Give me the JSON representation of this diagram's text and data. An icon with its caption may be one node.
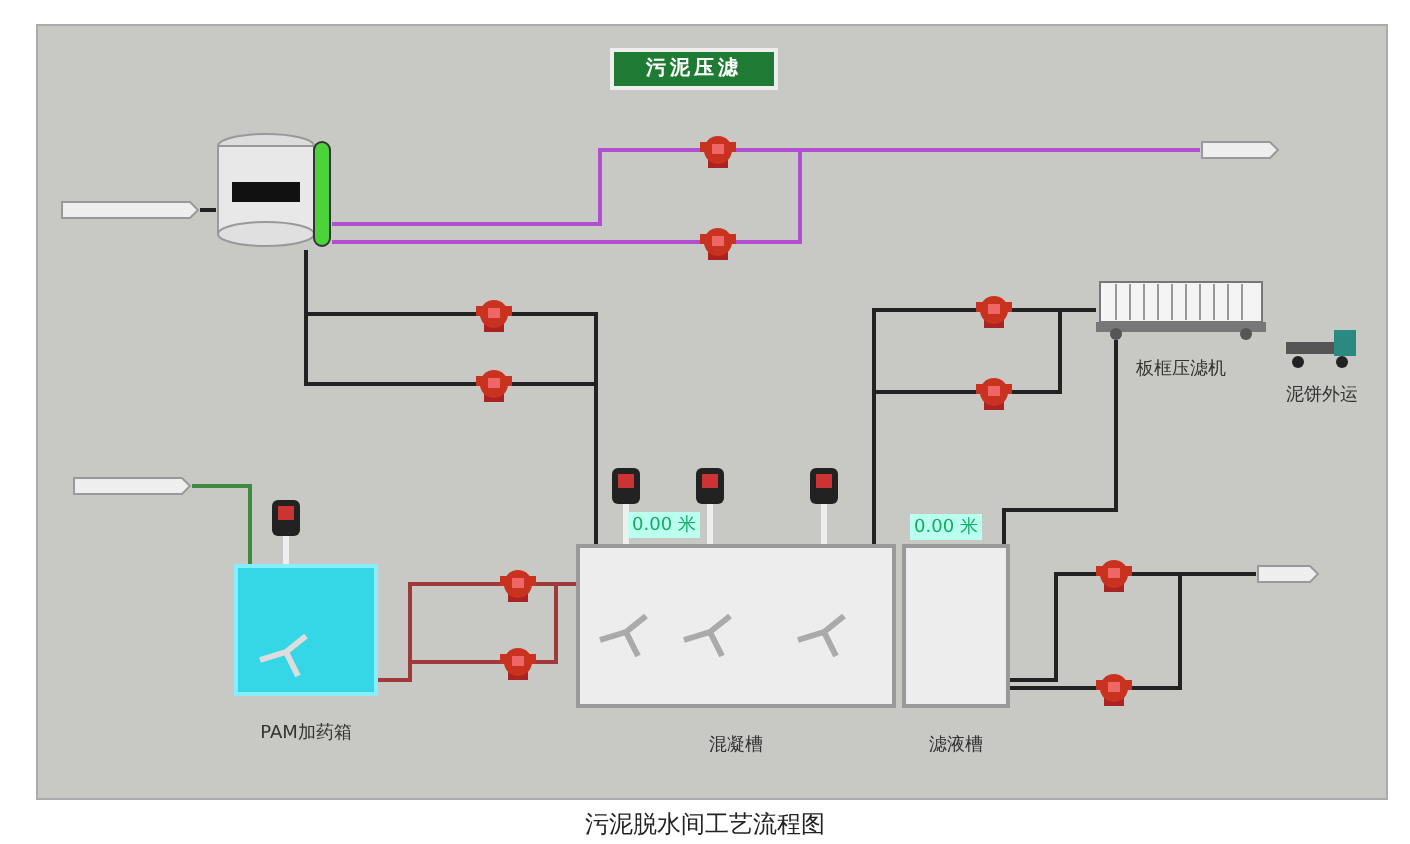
{
  "diagram": {
    "title": "污泥压滤",
    "caption": "污泥脱水间工艺流程图",
    "nodes": [
      {
        "text": [],
        "shape": "cylinder"
      },
      {
        "text": [],
        "shape": "box"
      },
      {
        "text": [],
        "shape": "picture"
      },
      {
        "text": [],
        "shape": "picture"
      },
      {
        "text": [],
        "shape": "box"
      },
      {
        "text": [],
        "shape": "picture"
      },
      {
        "text": [],
        "shape": "picture"
      },
      {
        "text": [],
        "shape": "picture",
        "beside": [
          "板框压滤机"
        ]
      },
      {
        "text": [],
        "shape": "picture",
        "beside": [
          "泥饼外运"
        ]
      },
      {
        "text": [],
        "shape": "picture"
      },
      {
        "text": [],
        "shape": "picture"
      },
      {
        "text": [
          "PAM加药箱"
        ]
      },
      {
        "text": [],
        "shape": "box"
      },
      {
        "text": [],
        "shape": "picture"
      },
      {
        "text": [],
        "shape": "picture"
      },
      {
        "text": [
          "混凝槽"
        ],
        "beside": [
          "0.00 米"
        ]
      },
      {
        "text": [
          "滤液槽"
        ],
        "beside": [
          "0.00 米"
        ]
      },
      {
        "text": [],
        "shape": "picture"
      },
      {
        "text": [],
        "shape": "picture"
      },
      {
        "text": [],
        "shape": "box"
      }
    ],
    "edges": [
      {
        "from": 1,
        "to": 0,
        "arrow": "none"
      },
      {
        "from": 0,
        "to": 2,
        "arrow": "none",
        "color": "#b050d0"
      },
      {
        "from": 0,
        "to": 3,
        "arrow": "none",
        "color": "#b050d0"
      },
      {
        "from": 2,
        "to": 4,
        "arrow": "none",
        "color": "#b050d0"
      },
      {
        "from": 3,
        "to": 4,
        "arrow": "none",
        "color": "#b050d0"
      },
      {
        "from": 0,
        "to": 5,
        "arrow": "none"
      },
      {
        "from": 0,
        "to": 6,
        "arrow": "none"
      },
      {
        "from": 5,
        "to": 15,
        "arrow": "none"
      },
      {
        "from": 6,
        "to": 15,
        "arrow": "none"
      },
      {
        "from": 15,
        "to": 9,
        "arrow": "none"
      },
      {
        "from": 15,
        "to": 10,
        "arrow": "none"
      },
      {
        "from": 9,
        "to": 7,
        "arrow": "none"
      },
      {
        "from": 10,
        "to": 7,
        "arrow": "none"
      },
      {
        "from": 7,
        "to": 16,
        "arrow": "none"
      },
      {
        "from": 12,
        "to": 11,
        "arrow": "none",
        "color": "#3f8a3f"
      },
      {
        "from": 11,
        "to": 13,
        "arrow": "none",
        "color": "#a03a3a"
      },
      {
        "from": 11,
        "to": 14,
        "arrow": "none",
        "color": "#a03a3a"
      },
      {
        "from": 13,
        "to": 15,
        "arrow": "none",
        "color": "#a03a3a"
      },
      {
        "from": 14,
        "to": 15,
        "arrow": "none",
        "color": "#a03a3a"
      },
      {
        "from": 16,
        "to": 17,
        "arrow": "none"
      },
      {
        "from": 16,
        "to": 18,
        "arrow": "none"
      },
      {
        "from": 17,
        "to": 19,
        "arrow": "none"
      },
      {
        "from": 18,
        "to": 19,
        "arrow": "none"
      }
    ]
  }
}
